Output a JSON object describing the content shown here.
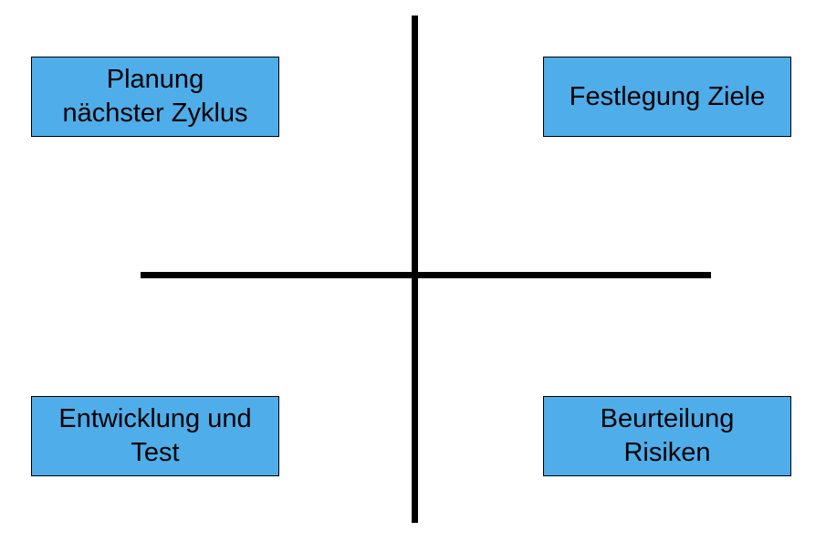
{
  "diagram": {
    "accent_color": "#4fadea",
    "line_color": "#000000",
    "quadrants": {
      "top_left": "Planung\nnächster Zyklus",
      "top_right": "Festlegung Ziele",
      "bottom_left": "Entwicklung und\nTest",
      "bottom_right": "Beurteilung\nRisiken"
    }
  }
}
